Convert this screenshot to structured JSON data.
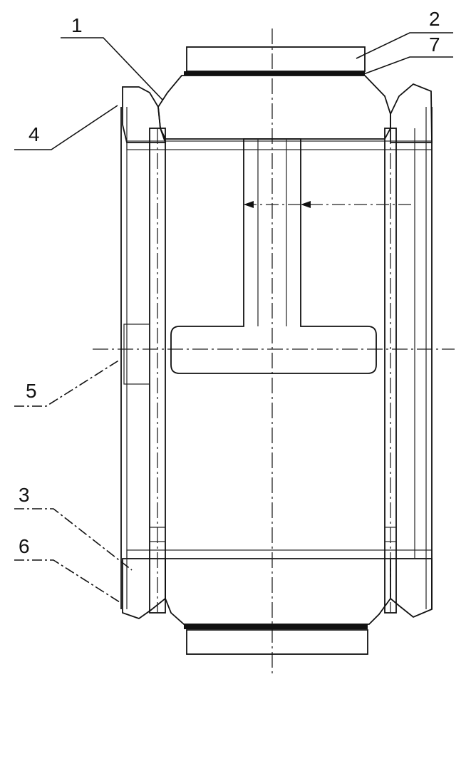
{
  "drawing": {
    "labels": [
      "1",
      "2",
      "7",
      "4",
      "5",
      "3",
      "6"
    ]
  }
}
